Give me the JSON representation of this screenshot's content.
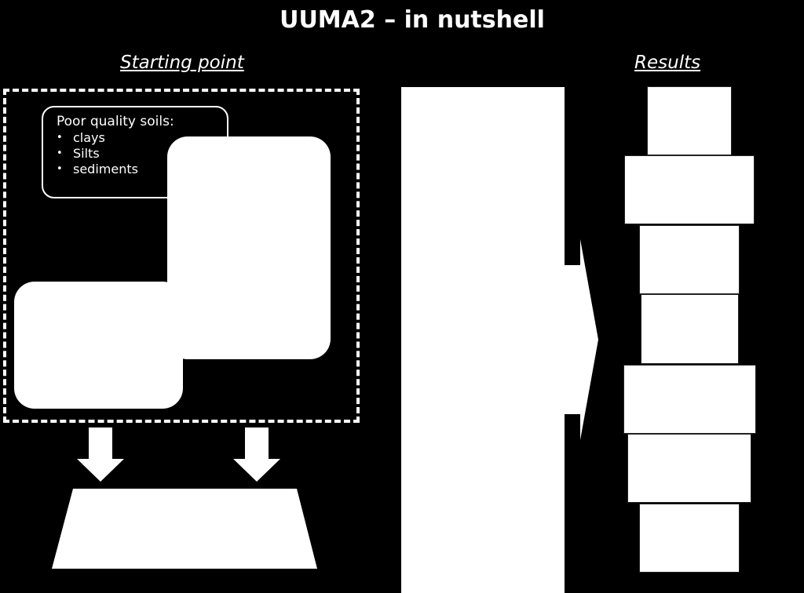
{
  "title": "UUMA2 – in nutshell",
  "starting_point": {
    "heading": "Starting point",
    "soils_box": {
      "heading": "Poor quality soils:",
      "items": [
        "clays",
        "Silts",
        "sediments"
      ]
    }
  },
  "results": {
    "heading": "Results"
  },
  "colors": {
    "background": "#000000",
    "foreground": "#ffffff"
  }
}
